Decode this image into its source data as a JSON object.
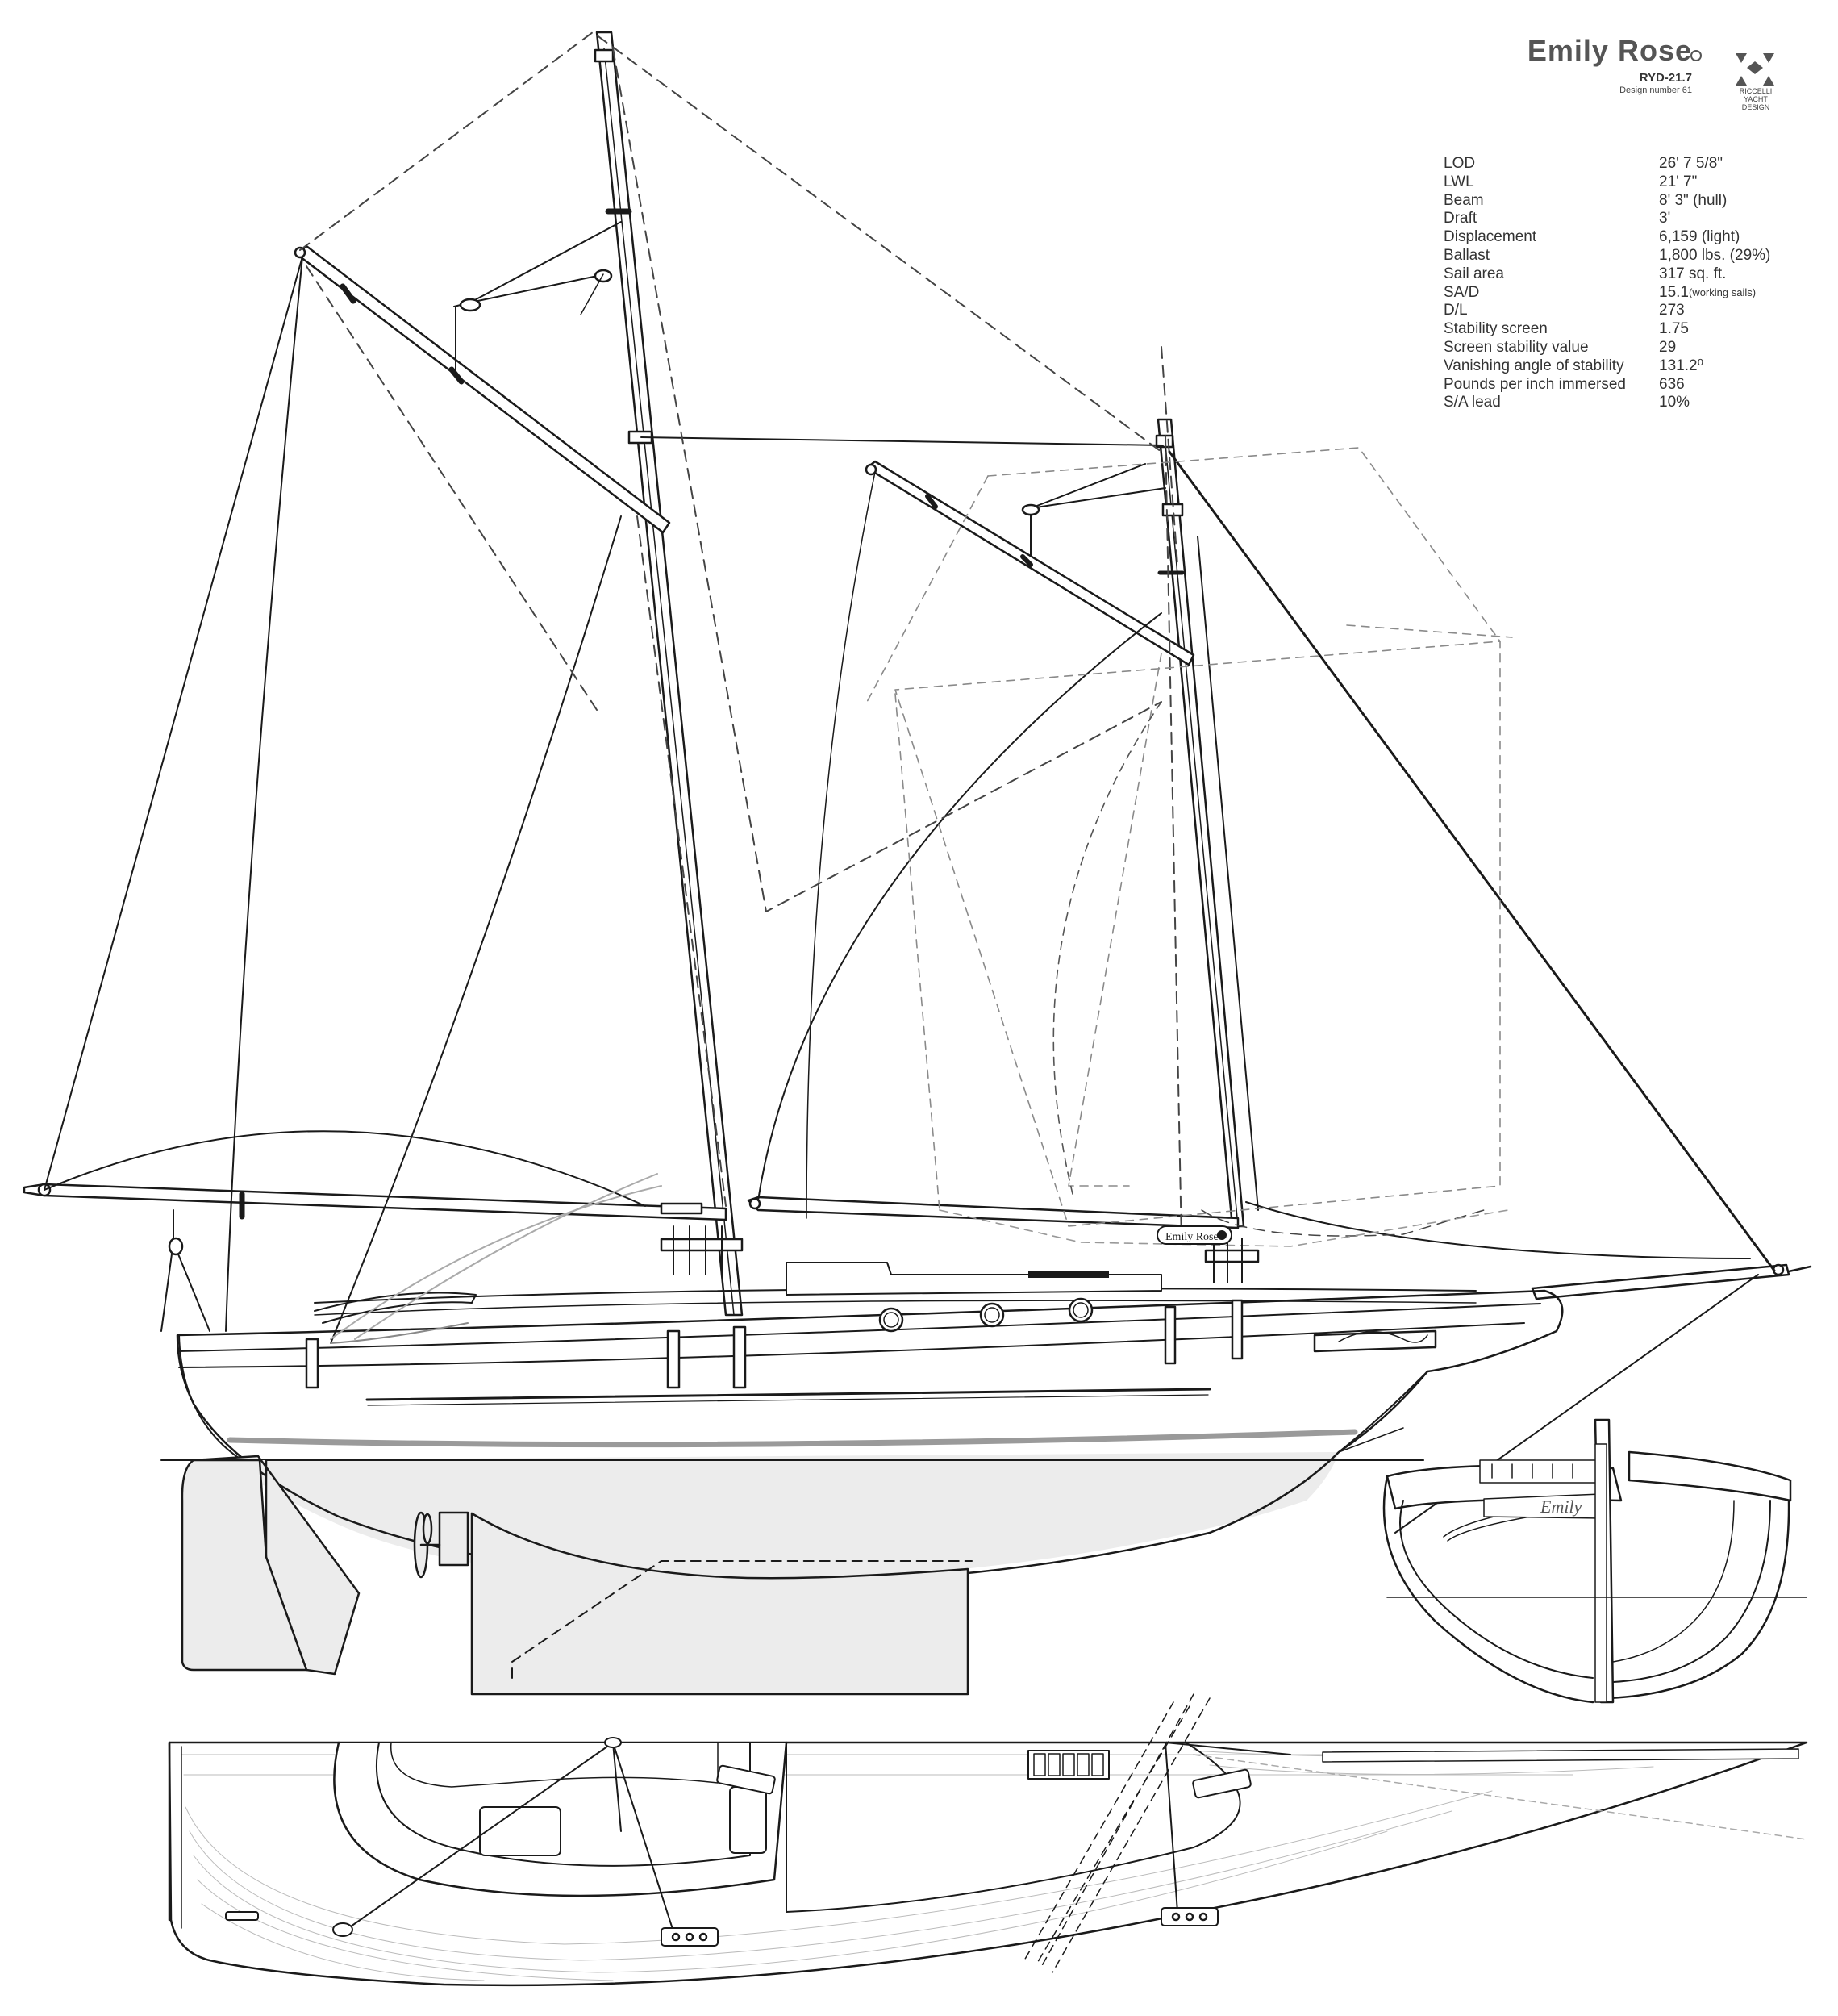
{
  "title": {
    "name": "Emily Rose",
    "code": "RYD-21.7",
    "design_number": "Design number 61",
    "firm_lines": [
      "RICCELLI",
      "YACHT",
      "DESIGN"
    ]
  },
  "specs": [
    {
      "label": "LOD",
      "value": "26' 7 5/8\"",
      "note": ""
    },
    {
      "label": "LWL",
      "value": "21' 7\"",
      "note": ""
    },
    {
      "label": "Beam",
      "value": "8' 3\" (hull)",
      "note": ""
    },
    {
      "label": "Draft",
      "value": "3'",
      "note": ""
    },
    {
      "label": "Displacement",
      "value": "6,159 (light)",
      "note": ""
    },
    {
      "label": "Ballast",
      "value": "1,800 lbs. (29%)",
      "note": ""
    },
    {
      "label": "Sail area",
      "value": "317 sq. ft.",
      "note": ""
    },
    {
      "label": "SA/D",
      "value": "15.1",
      "note": "(working sails)"
    },
    {
      "label": "D/L",
      "value": "273",
      "note": ""
    },
    {
      "label": "Stability screen",
      "value": "1.75",
      "note": ""
    },
    {
      "label": "Screen stability value",
      "value": "29",
      "note": ""
    },
    {
      "label": "Vanishing angle of stability",
      "value": "131.2⁰",
      "note": ""
    },
    {
      "label": "Pounds per inch immersed",
      "value": "636",
      "note": ""
    },
    {
      "label": "S/A lead",
      "value": "10%",
      "note": ""
    }
  ],
  "quarterboard": {
    "name_short": "Emily Rose",
    "name_transom": "Emily"
  },
  "colors": {
    "line": "#1a1a1a",
    "dashed": "#777777",
    "underwater": "#ececec",
    "waterline": "#9a9a9a"
  }
}
